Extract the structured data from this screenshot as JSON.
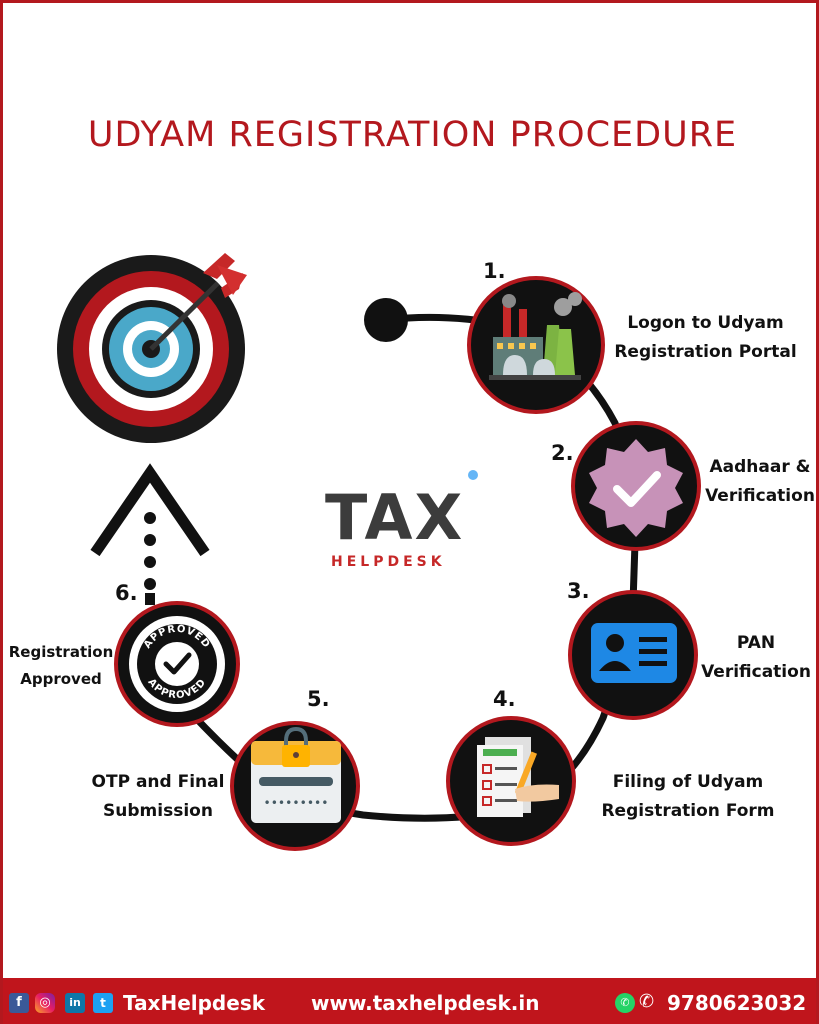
{
  "title": "UDYAM REGISTRATION PROCEDURE",
  "logo": {
    "main": "TAX",
    "sub": "HELPDESK"
  },
  "steps": [
    {
      "number": "1.",
      "line1": "Logon to Udyam",
      "line2": "Registration Portal",
      "icon": "factory-icon"
    },
    {
      "number": "2.",
      "line1": "Aadhaar &",
      "line2": "Verification",
      "icon": "verified-badge-icon"
    },
    {
      "number": "3.",
      "line1": "PAN",
      "line2": "Verification",
      "icon": "id-card-icon"
    },
    {
      "number": "4.",
      "line1": "Filing of Udyam",
      "line2": "Registration Form",
      "icon": "form-filling-icon"
    },
    {
      "number": "5.",
      "line1": "OTP and Final",
      "line2": "Submission",
      "icon": "otp-lock-icon"
    },
    {
      "number": "6.",
      "line1": "Registration",
      "line2": "Approved",
      "icon": "approved-stamp-icon"
    }
  ],
  "stamp_text": "APPROVED",
  "footer": {
    "brand": "TaxHelpdesk",
    "website": "www.taxhelpdesk.in",
    "phone": "9780623032",
    "social_icons": [
      "facebook-icon",
      "instagram-icon",
      "linkedin-icon",
      "twitter-icon"
    ]
  },
  "colors": {
    "accent": "#b3181e",
    "footer": "#c0151c",
    "path": "#111111"
  }
}
